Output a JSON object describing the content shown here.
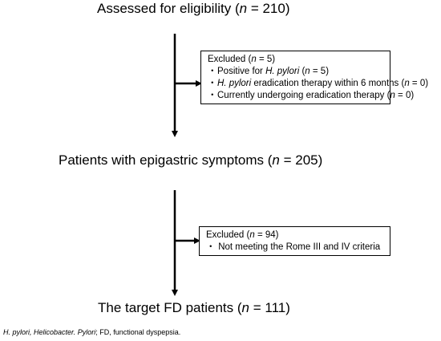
{
  "nodes": {
    "assessed": {
      "pre": "Assessed for eligibility (",
      "n": "n",
      "post": " = 210)"
    },
    "epigastric": {
      "pre": "Patients with epigastric symptoms (",
      "n": "n",
      "post": " = 205)"
    },
    "target": {
      "pre": "The target FD patients (",
      "n": "n",
      "post": " = 111)"
    }
  },
  "exclusions": {
    "first": {
      "title_pre": "Excluded (",
      "title_n": "n",
      "title_post": " = 5)",
      "items": [
        {
          "bullet": "・",
          "pre": "Positive for ",
          "italic": "H. pylori",
          "post": " (",
          "n": "n",
          "tail": " = 5)"
        },
        {
          "bullet": "・",
          "pre": "",
          "italic": "H. pylori",
          "post": " eradication therapy within 6 months (",
          "n": "n",
          "tail": " = 0)"
        },
        {
          "bullet": "・",
          "pre": "Currently undergoing eradication therapy (",
          "italic": "",
          "post": "",
          "n": "n",
          "tail": " = 0)"
        }
      ]
    },
    "second": {
      "title_pre": "Excluded (",
      "title_n": "n",
      "title_post": " = 94)",
      "items": [
        {
          "bullet": "・",
          "text": " Not meeting the Rome III and IV criteria"
        }
      ]
    }
  },
  "footnote": {
    "italic": "H. pylori, Helicobacter. Pylori",
    "rest": "; FD, functional dyspepsia."
  }
}
